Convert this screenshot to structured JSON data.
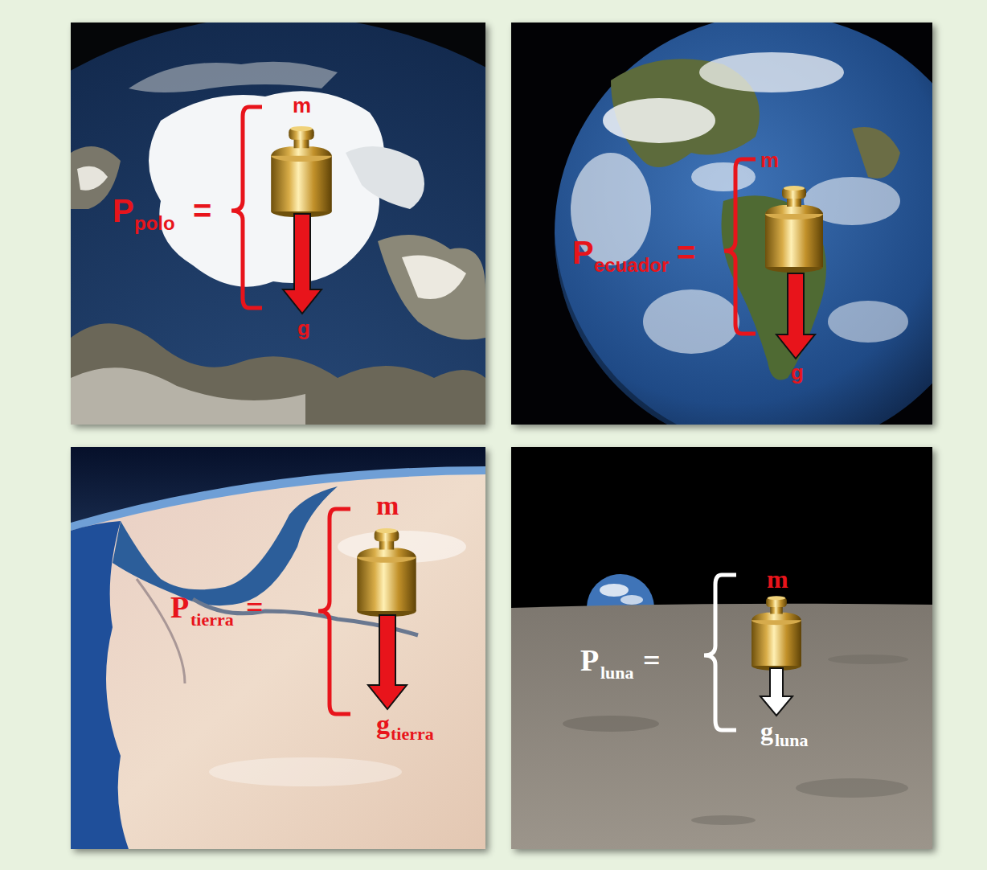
{
  "diagram": {
    "labels": [
      "m",
      "P",
      "polo",
      "=",
      "g",
      "m",
      "P",
      "ecuador",
      "=",
      "g",
      "m",
      "P",
      "tierra",
      "=",
      "g",
      "tierra",
      "m",
      "P",
      "luna",
      "=",
      "g",
      "luna"
    ]
  }
}
